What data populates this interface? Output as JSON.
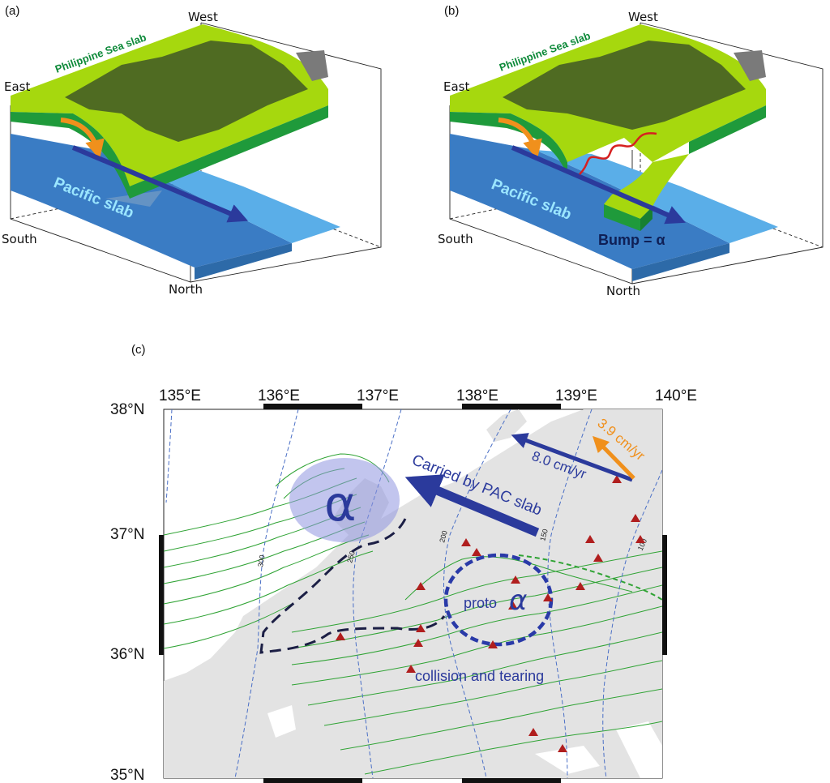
{
  "panels": {
    "a": {
      "letter": "(a)",
      "compass": {
        "east": "East",
        "west": "West",
        "south": "South",
        "north": "North"
      },
      "psp_label": "Philippine Sea slab",
      "pac_label": "Pacific slab"
    },
    "b": {
      "letter": "(b)",
      "compass": {
        "east": "East",
        "west": "West",
        "south": "South",
        "north": "North"
      },
      "psp_label": "Philippine Sea slab",
      "pac_label": "Pacific slab",
      "bump_label": "Bump = α"
    },
    "c": {
      "letter": "(c)",
      "lon_labels": [
        "135°E",
        "136°E",
        "137°E",
        "138°E",
        "139°E",
        "140°E"
      ],
      "lat_labels": [
        "38°N",
        "37°N",
        "36°N",
        "35°N"
      ],
      "depth_contours": [
        "300",
        "250",
        "200",
        "150",
        "100"
      ],
      "alpha_symbol": "α",
      "proto_label": "proto",
      "proto_symbol": "α",
      "carried_label": "Carried by PAC slab",
      "pac_rate": "8.0 cm/yr",
      "psp_rate": "3.9 cm/yr",
      "collision_label": "collision and tearing"
    }
  },
  "colors": {
    "psp_green": "#a6d80e",
    "psp_side": "#1f9a3b",
    "land_dark": "#4f6b22",
    "pac_dark": "#3a7cc4",
    "pac_light": "#5aaee8",
    "vector_purple": "#2b3a9c",
    "vector_orange": "#f0901c",
    "volcano_red": "#b01e1e",
    "contour_green": "#2fa334",
    "contour_blue": "#4a6fc6",
    "map_land": "#e3e3e3"
  }
}
